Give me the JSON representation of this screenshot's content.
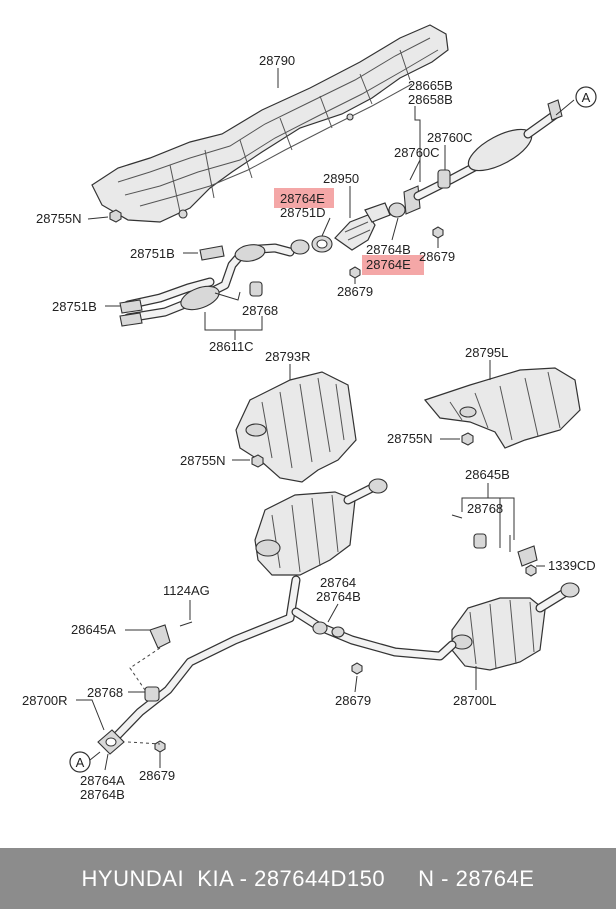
{
  "labels": {
    "l28790": "28790",
    "l28665B": "28665B",
    "l28658B": "28658B",
    "l28760C_a": "28760C",
    "l28760C_b": "28760C",
    "l28950": "28950",
    "l28764E_a": "28764E",
    "l28751D": "28751D",
    "l28755N_a": "28755N",
    "l28751B_a": "28751B",
    "l28751B_b": "28751B",
    "l28768_a": "28768",
    "l28611C": "28611C",
    "l28764B_a": "28764B",
    "l28764E_b": "28764E",
    "l28679_a": "28679",
    "l28679_b": "28679",
    "l28793R": "28793R",
    "l28795L": "28795L",
    "l28755N_b": "28755N",
    "l28755N_c": "28755N",
    "l28645B": "28645B",
    "l28768_b": "28768",
    "l1339CD": "1339CD",
    "l1124AG": "1124AG",
    "l28764": "28764",
    "l28764B_b": "28764B",
    "l28645A": "28645A",
    "l28768_c": "28768",
    "l28700R": "28700R",
    "l28679_c": "28679",
    "l28700L": "28700L",
    "l28764A": "28764A",
    "l28764B_c": "28764B",
    "l28679_d": "28679",
    "ref_a_top": "A",
    "ref_a_bottom": "A"
  },
  "highlight_color": "#f08a8a",
  "footer": {
    "text": "HYUNDAI  KIA - 287644D150     N - 28764E",
    "background": "#8c8c8c"
  }
}
